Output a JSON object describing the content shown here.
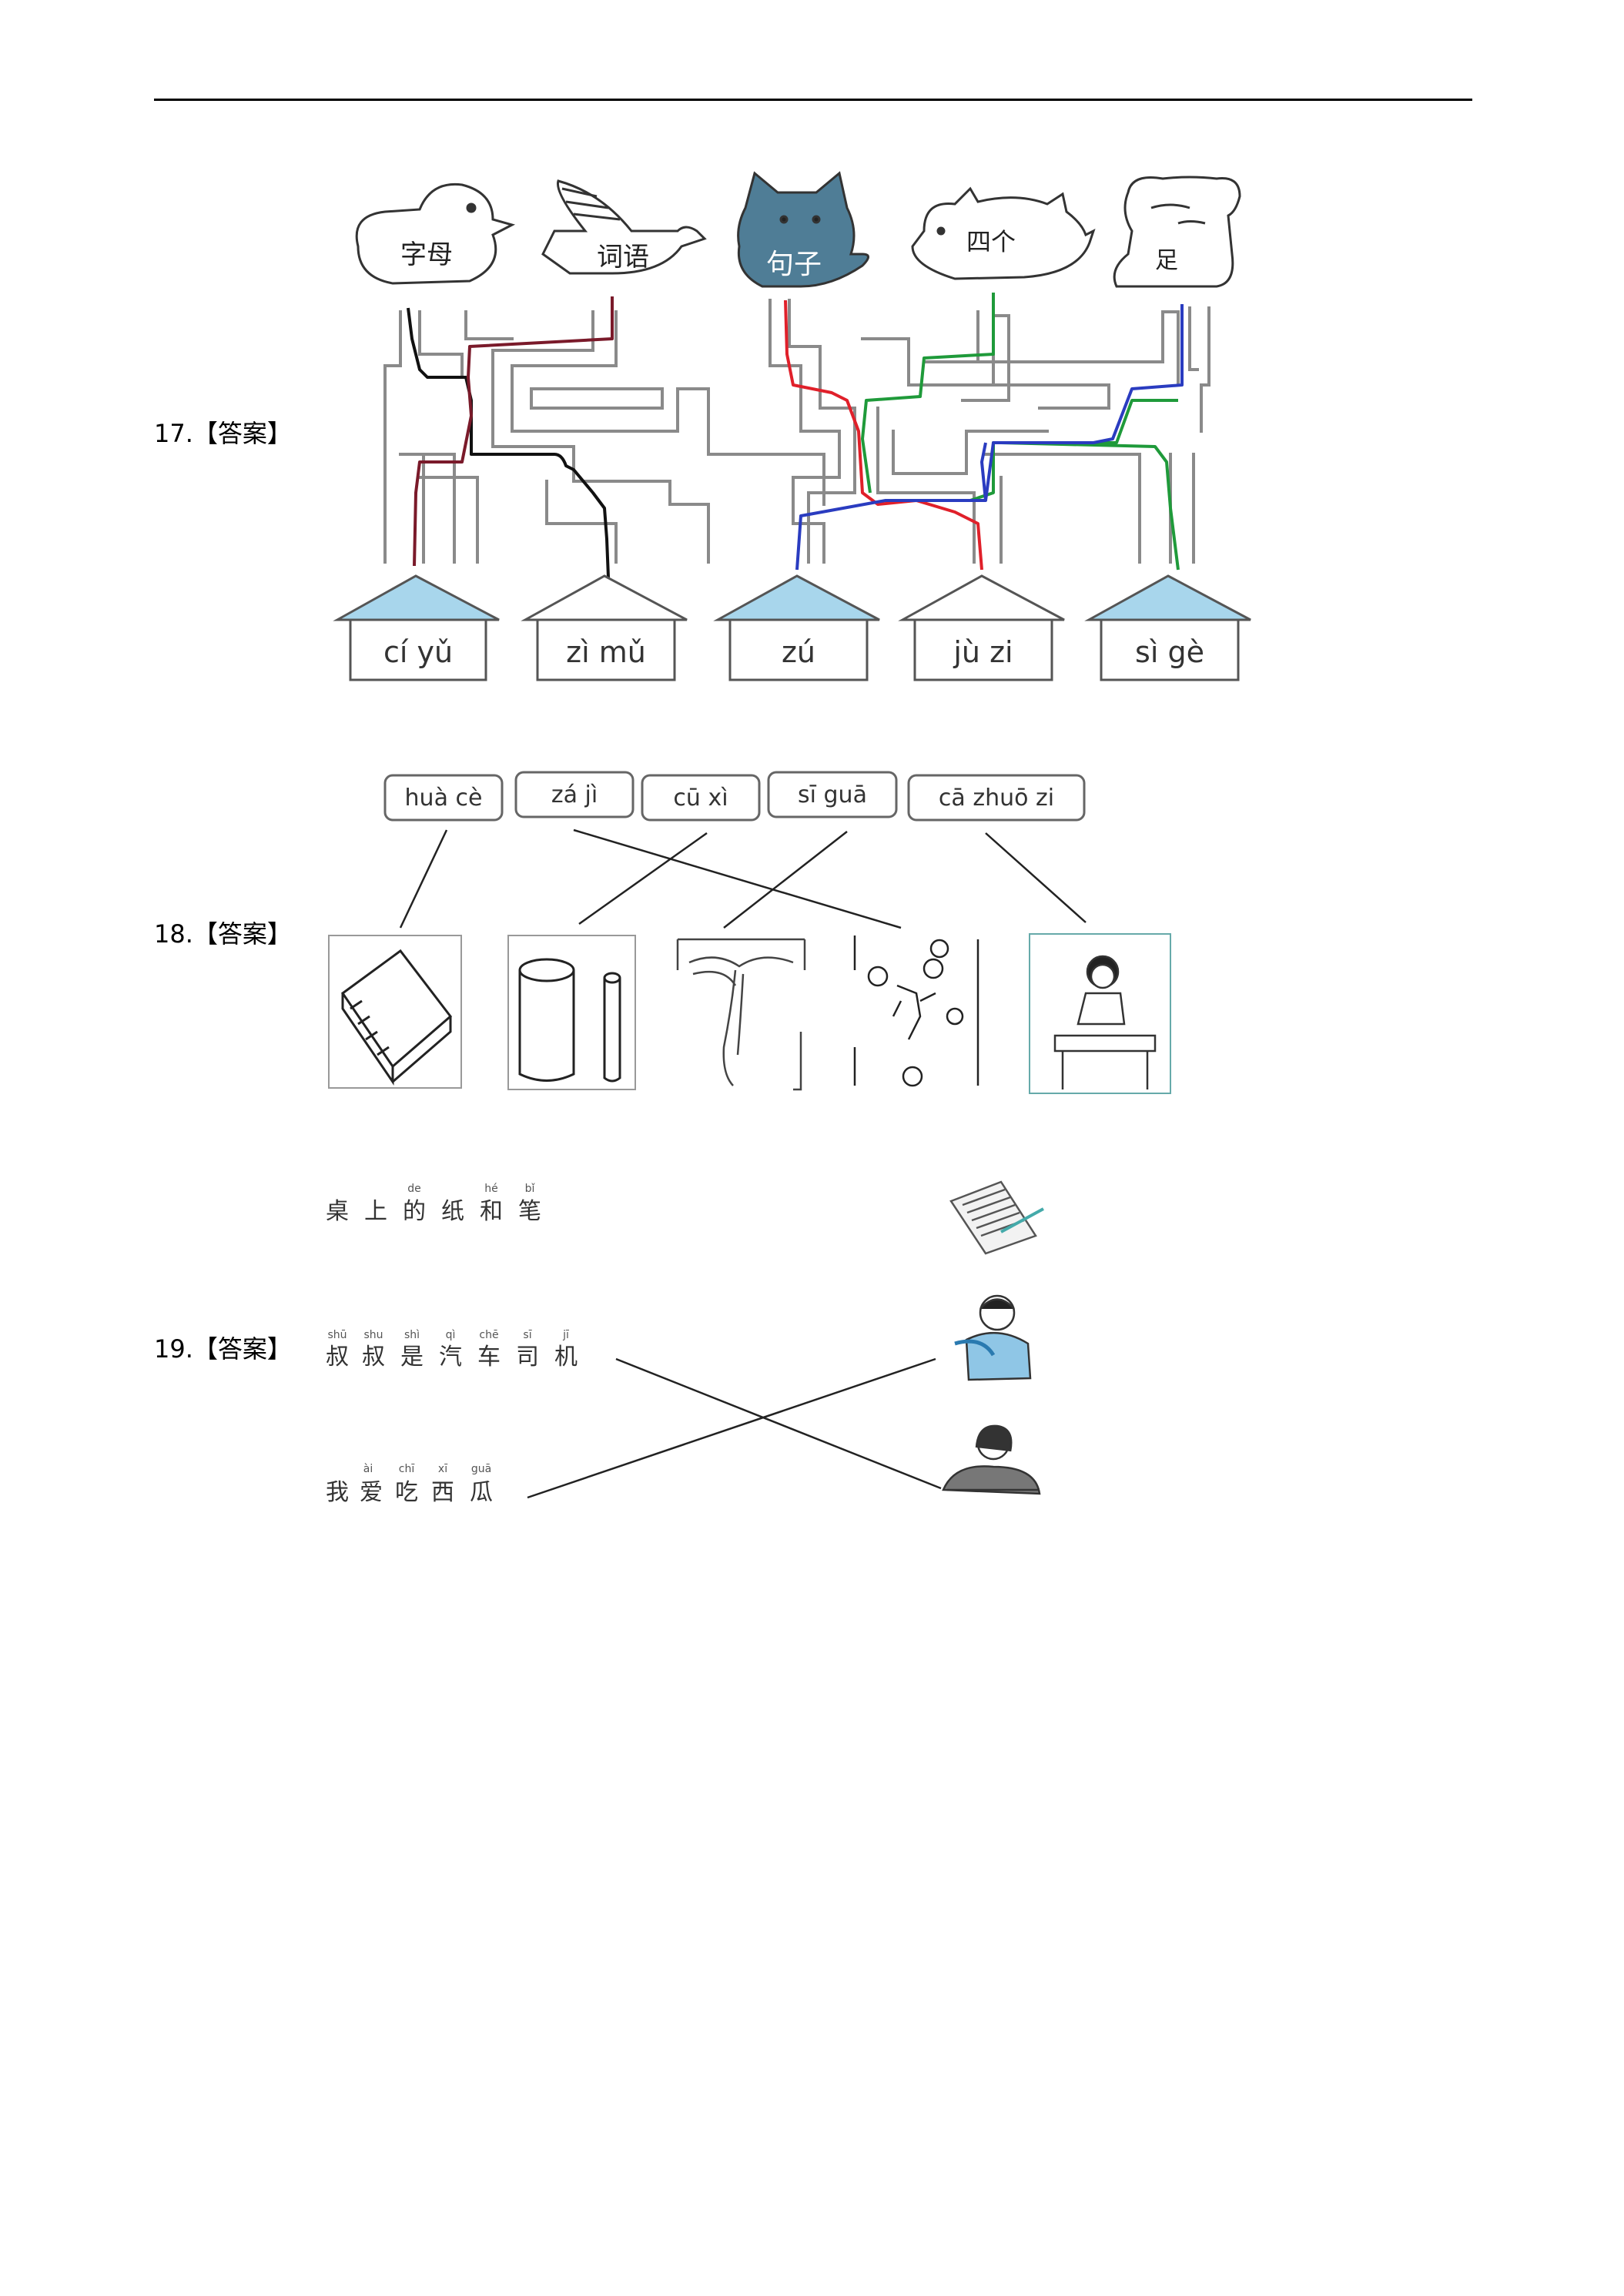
{
  "questions": [
    {
      "number_label": "17.",
      "answer_label": "【答案】"
    },
    {
      "number_label": "18.",
      "answer_label": "【答案】"
    },
    {
      "number_label": "19.",
      "answer_label": "【答案】"
    }
  ],
  "q17": {
    "animals": [
      {
        "name": "duck-icon",
        "word": "字母"
      },
      {
        "name": "dove-icon",
        "word": "词语"
      },
      {
        "name": "cat-icon",
        "word": "句子"
      },
      {
        "name": "pig-icon",
        "word": "四个"
      },
      {
        "name": "dog-icon",
        "word": "足"
      }
    ],
    "houses": [
      "cí yǔ",
      "zì mǔ",
      "zú",
      "jù zi",
      "sì gè"
    ],
    "path_colors": {
      "black": "#111111",
      "maroon": "#7a1a2a",
      "red": "#e0202a",
      "green": "#1f9a3a",
      "blue": "#2a3cc0"
    },
    "cat_fill": "#4f7d96"
  },
  "q18": {
    "pinyin_boxes": [
      "huà cè",
      "zá jì",
      "cū xì",
      "sī guā",
      "cā zhuō zi"
    ],
    "pictures": [
      "book-icon",
      "thick-thin-sticks-icon",
      "loofah-vine-icon",
      "juggling-icon",
      "wiping-table-icon"
    ]
  },
  "q19": {
    "sentences": [
      {
        "pinyin": [
          "",
          "",
          "de",
          "",
          "hé",
          "bǐ"
        ],
        "chars": [
          "桌",
          "上",
          "的",
          "纸",
          "和",
          "笔"
        ]
      },
      {
        "pinyin": [
          "shū",
          "shu",
          "shì",
          "qì",
          "chē",
          "sī",
          "jī"
        ],
        "chars": [
          "叔",
          "叔",
          "是",
          "汽",
          "车",
          "司",
          "机"
        ]
      },
      {
        "pinyin": [
          "",
          "ài",
          "chī",
          "xī",
          "guā"
        ],
        "chars": [
          "我",
          "爱",
          "吃",
          "西",
          "瓜"
        ]
      }
    ],
    "pictures": [
      "paper-pen-icon",
      "boy-eating-icon",
      "driver-icon"
    ]
  }
}
